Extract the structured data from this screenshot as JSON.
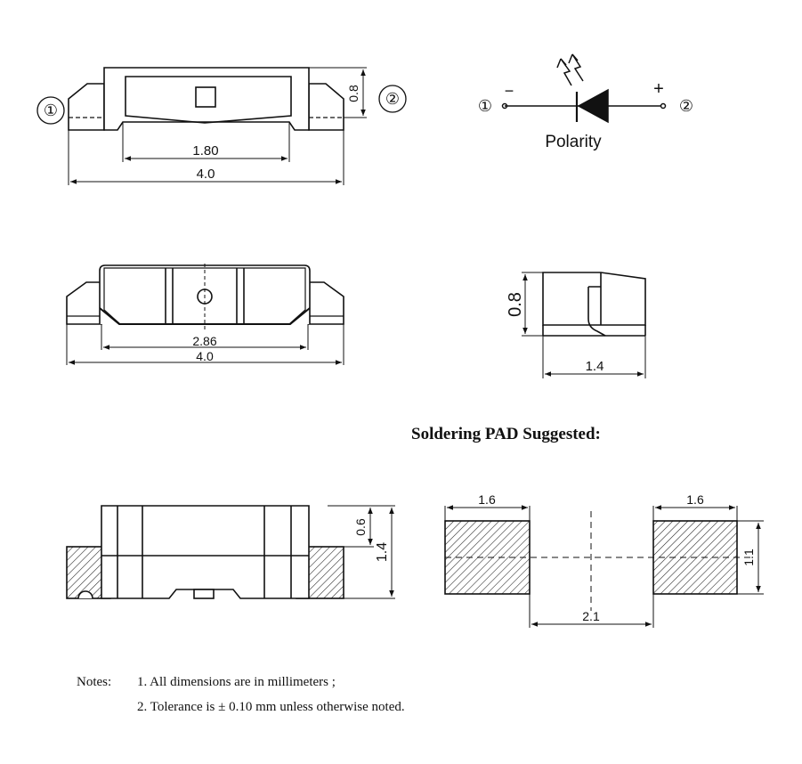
{
  "top_view": {
    "dim_width": "4.0",
    "dim_inner": "1.80",
    "dim_height": "0.8",
    "pin1": "①",
    "pin2": "②"
  },
  "polarity": {
    "label": "Polarity",
    "pin1": "①",
    "pin2": "②",
    "minus": "−",
    "plus": "+"
  },
  "bottom_view": {
    "dim_width": "4.0",
    "dim_inner": "2.86"
  },
  "side_view": {
    "dim_height": "0.8",
    "dim_width": "1.4"
  },
  "pad_section": {
    "title": "Soldering PAD Suggested:"
  },
  "front_view": {
    "dim_height_small": "0.6",
    "dim_height_total": "1.4"
  },
  "pad_layout": {
    "pad_width_left": "1.6",
    "pad_width_right": "1.6",
    "pad_height": "1.1",
    "pad_gap": "2.1"
  },
  "notes": {
    "label": "Notes:",
    "item1": "1. All dimensions are in millimeters ;",
    "item2": "2. Tolerance is ± 0.10 mm unless otherwise noted."
  }
}
